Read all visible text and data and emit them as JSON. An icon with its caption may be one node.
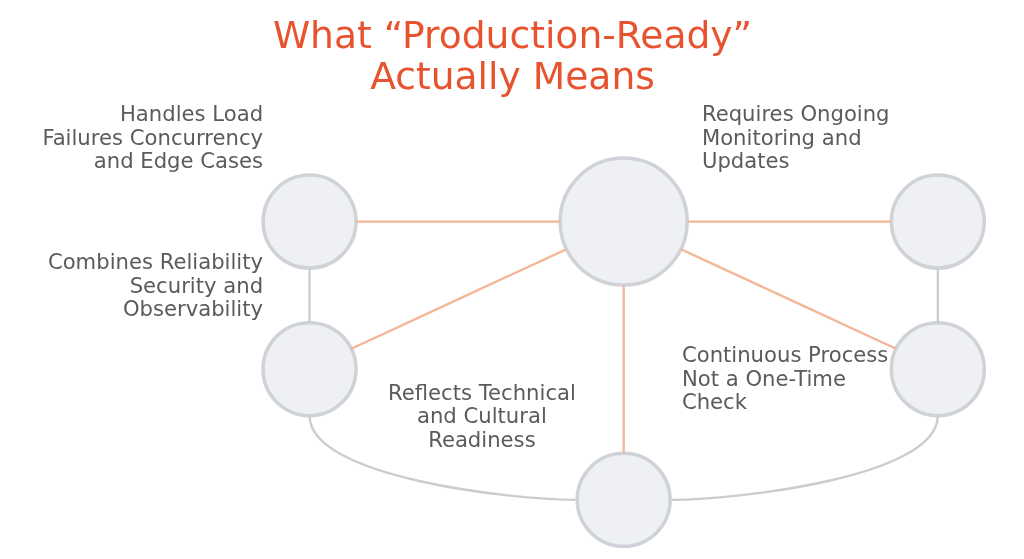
{
  "diagram": {
    "title": "What “Production-Ready” Actually Means",
    "nodes": [
      {
        "text": [],
        "shape": "circle"
      },
      {
        "text": [],
        "shape": "circle",
        "beside": [
          "Handles Load Failures Concurrency and Edge Cases"
        ]
      },
      {
        "text": [],
        "shape": "circle",
        "beside": [
          "Requires Ongoing Monitoring and Updates"
        ]
      },
      {
        "text": [],
        "shape": "circle",
        "beside": [
          "Combines Reliability Security and Observability"
        ]
      },
      {
        "text": [],
        "shape": "circle",
        "beside": [
          "Continuous Process Not a One-Time Check"
        ]
      },
      {
        "text": [],
        "shape": "circle",
        "beside": [
          "Reflects Technical and Cultural Readiness"
        ]
      }
    ],
    "edges": [
      {
        "from": 0,
        "to": 1,
        "arrow": "none"
      },
      {
        "from": 0,
        "to": 2,
        "arrow": "none"
      },
      {
        "from": 0,
        "to": 3,
        "arrow": "none"
      },
      {
        "from": 0,
        "to": 4,
        "arrow": "none"
      },
      {
        "from": 0,
        "to": 5,
        "arrow": "none"
      },
      {
        "from": 1,
        "to": 3,
        "arrow": "none",
        "color": "#c9ccd1"
      },
      {
        "from": 3,
        "to": 5,
        "arrow": "none",
        "color": "#c9ccd1"
      },
      {
        "from": 5,
        "to": 4,
        "arrow": "none",
        "color": "#c9ccd1"
      },
      {
        "from": 4,
        "to": 2,
        "arrow": "none",
        "color": "#c9ccd1"
      }
    ]
  }
}
